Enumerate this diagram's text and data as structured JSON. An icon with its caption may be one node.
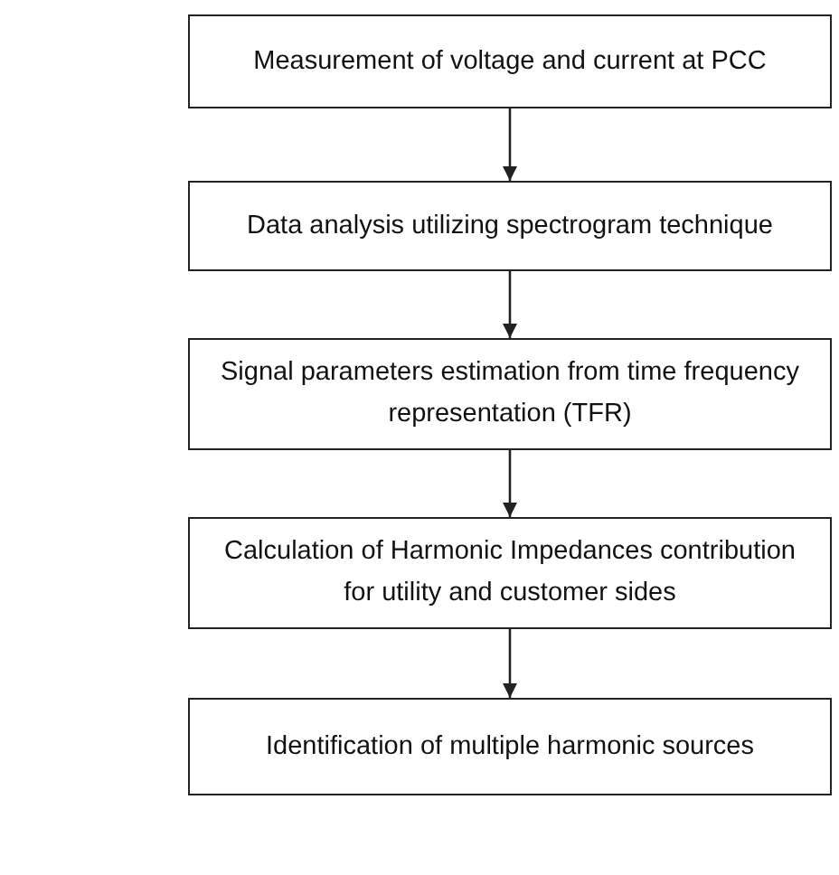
{
  "diagram": {
    "nodes": [
      {
        "text": [
          "Measurement of voltage and current at PCC"
        ]
      },
      {
        "text": [
          "Data analysis utilizing spectrogram technique"
        ]
      },
      {
        "text": [
          "Signal parameters estimation from time frequency representation (TFR)"
        ]
      },
      {
        "text": [
          "Calculation of Harmonic Impedances contribution for utility and customer sides"
        ]
      },
      {
        "text": [
          "Identification of multiple harmonic sources"
        ]
      }
    ],
    "edges": [
      {
        "from": 0,
        "to": 1,
        "arrow": "to"
      },
      {
        "from": 1,
        "to": 2,
        "arrow": "to"
      },
      {
        "from": 2,
        "to": 3,
        "arrow": "to"
      },
      {
        "from": 3,
        "to": 4,
        "arrow": "to"
      }
    ]
  }
}
